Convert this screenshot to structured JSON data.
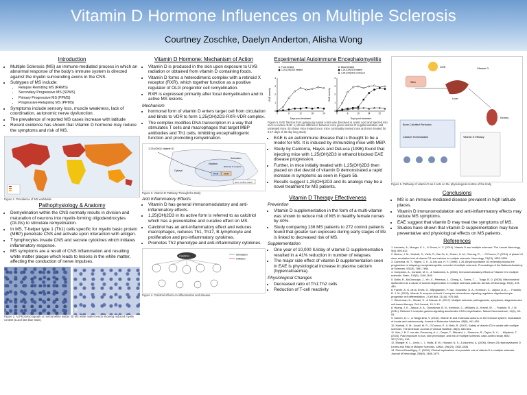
{
  "header": {
    "title": "Vitamin D Hormone Influences on Multiple Sclerosis",
    "authors": "Courtney Zoschke, Daelyn Anderton, Alisha Wong"
  },
  "intro": {
    "title": "Introduction",
    "b1": "Multiple Sclerosis (MS) an immune-mediated process in which an abnormal response of the body's immune system is directed against the myelin surrounding axons in the CNS.",
    "b2": "Subtypes of MS include:",
    "sub": [
      "Relapse Remitting MS (RRMS)",
      "Secondary Progressive MS (SPMS)",
      "Primary Progressive MS (PPMS)",
      "Progressive-Relapsing MS (PPMS)"
    ],
    "b3": "Symptoms include sensory loss, muscle weakness, lack of coordination, autonomic nerve dysfunction.",
    "b4": "The prevalence of reported MS cases increase with latitude",
    "b5": "Recent evidence has shown that Vitamin D hormone may reduce the symptoms and risk of MS."
  },
  "fig1_caption": "Figure 1. Prevalence of MS worldwide",
  "patho": {
    "title": "Pathophysiology & Anatomy",
    "b1": "Demyelination within the CNS normally results in division and maturation of neurons into myelin-forming oligodendrocytes (OLGs) to stimulate remyelination.",
    "b2": "In MS, T-helper type 1 (Th1) cells specific for myelin basic protein (MBP) penetrate CNS and activate upon interaction with antigen.",
    "b3": "T lymphocytes invade CNS and secrete cytokines which initiates inflammatory response.",
    "b4": "MS symptoms are a result of CNS inflammation and resulting white matter plaque which leads to lesions in the white matter, affecting the conduction of nerve impulses."
  },
  "fig2": {
    "label_a": "A",
    "label_b": "B",
    "caption": "Figure 2. A) Photomicrograph or normal white matter. B) MS white matter lesion showing reduced myelin content (Luxol fast blue stain)."
  },
  "mech": {
    "title": "Vitamin D Hormone: Mechanism of Action",
    "b1": "Vitamin D is produced in the skin upon exposure to UVB radiation or obtained from vitamin D containing foods.",
    "b2": "Vitamin D forms a heterodimeric complex with a retinoid X receptor (RXR), which together function as a positive regulator of OLG progenitor cell remyelination.",
    "b3": "RXR is expressed primarily after focal demyelination and in active MS lesions.",
    "sub": "Mechanism",
    "b4": "hormonal form of vitamin D enters target cell from circulation and binds to VDR to form 1,25(OH)2D3-RXR-VDR complex.",
    "b5": "The complex modifies DNA transcription in a way that stimulates T cells and macrophages that target MBP antibodies and Th1 cells, inhibiting encephalitogenic function and promoting remyelination."
  },
  "fig3": {
    "top": "1,25 (OH)2 vitamin D",
    "l1": "Activation",
    "l2": "Nucleus",
    "l3": "RXR",
    "l4": "VDR",
    "l5": "gene coding region",
    "l6": "Cytosol",
    "l7": "Retinoid X receptor",
    "caption": "Figure 3. Vitamin D Pathway Through the Body"
  },
  "anti": {
    "sub": "Anti Inflammatory Effects",
    "b1": "Vitamin D has general immunomodulatory and anti-inflammatory effects.",
    "b2": "1,25(OH)2D3 in its active form is referred to as calcitriol which has a preventative and curative effect on MS.",
    "b3": "Calcitriol has an anti-inflammatory effect and reduces macrophages, reduces Th1, Th17, B-lymphocyte and proliferation and pro-inflammatory cytokines.",
    "b4": "Promotes Th2 phenotype and anti-inflammatory cytokines."
  },
  "fig4": {
    "center": "Calcitriol",
    "legend1": "Stimulation",
    "legend2": "Inhibition",
    "caption": "Figure 4. Calcitriol effects on inflammation and disease."
  },
  "eae": {
    "title": "Experimental Autoimmune Encephalomyelitis",
    "chart_a_ylabel": "EAE severity",
    "chart_a_xlabel": "Days post-treatment",
    "chart_a_leg1": "Food treated",
    "chart_a_leg2": "1,25-(OH)2D3 treated",
    "chart_b_ylabel": "EAE severity",
    "chart_b_xlabel": "Days post-treatment",
    "chart_b_leg1": "Blood treated",
    "chart_b_leg2": "1,25-(OH)2D3 treated",
    "chart_b_leg3": "1,25-(OH)2D3 continued",
    "caption": "Figure 5. EAE fraction from guinea pig spinal cords was dissolved in acetic acid and injected into mice to induce EAE. A) shows difference between mice given vitamin D supplementation and untreated mice. B) shows mice treated once, mice continually treated mice and mice treated for 0-17 days of 36 day long study.",
    "b1": "EAE is an autoimmune disease that is thought to be a model for MS. It is induced by immunizing mice with MBP.",
    "b2": "Study by Cantorna, Hayes and DeLuca (1996) found that injecting mice with 1,25(OH)2D3 in ethanol blocked EAE disease progression.",
    "b3": "Further, in mice initially treated with 1,25(OH)2D3 then placed on diet devoid of vitamin D demonstrated a rapid increase in symptoms as seen in Figure 5b.",
    "b4": "Results suggest 1,25(OH)2D3 and its analogs may be a novel treatment for MS patients."
  },
  "therapy": {
    "title": "Vitamin D Therapy Effectiveness",
    "sub1": "Prevention",
    "b1": "Vitamin D supplementation in the form of a multi-vitamin was shown to reduce risk of MS in healthy female nurses by 40%.",
    "b2": "Study comparing 136 MS patients to 272 control patients found that greater sun exposure during early stages of life is linked to decreased risk of MS.",
    "sub2": "Supplementation",
    "b3": "One year of 10,000 IU/day of vitamin D supplementation resulted in a 41% reduction in number of relapses.",
    "b4": "The major side effect of vitamin D supplementation seen in EAE is physiological increase in plasma calcium (hypercalcaemia).",
    "sub3": "Physiological Changes",
    "b5": "Decreased ratio of Th1:Th2 cells",
    "b6": "Reduction of T-cell reactivity"
  },
  "fig6": {
    "skin": "Skin",
    "uvb": "UVB",
    "liver": "Liver",
    "kidney": "Kidney",
    "vitd": "Vitamin D",
    "box1": "Bone-Calcified Perfusion",
    "box2": "Calcium Homeostasis",
    "box3": "Vitamin D Efficacy",
    "caption": "Figure 6. Pathway of vitamin D as it acts on the physiological centres of the body"
  },
  "conclusions": {
    "title": "Conclusions",
    "b1": "MS is an immune-mediated disease prevalent in high latitude places.",
    "b2": "Vitamin D immunomodulation and anti-inflammatory effects may reduce MS symptoms.",
    "b3": "EAE suggest that vitamin D may treat the symptoms of MS.",
    "b4": "Studies have shown that vitamin D supplementation may have preventative and physiological effects on MS patients."
  },
  "references": {
    "title": "References",
    "items": [
      "1. Ascherio, A., Munger, K. L., & Simon, K. C. (2010). Vitamin D and multiple sclerosis. The Lancet Neurology, 9(6), 599-612.",
      "2. Burton, J. M., Kimball, S., Vieth, R., Bar-Or, A., Dosch, H. M., Cheung, R., ... O'Connor, P. (2010). A phase I/II dose-escalation trial of vitamin D3 and calcium in multiple sclerosis. Neurology, 74(23), 1852-1859.",
      "3. Cantorna, M. T., Hayes, C. E., & DeLuca, H. F. (1996). 1,25-Dihydroxyvitamin D3 reversibly blocks the progression of relapsing encephalomyelitis, a model of multiple sclerosis. Proceedings of the National Academy of Sciences, 93(15), 7861-7864.",
      "4. Compston, A., Ironside, M. C., & Sadovnick, A. (2008). Immunomodulatory effects of Vitamin D in multiple sclerosis. Brain, 132(5), 1146-1160.",
      "5. Dutta, R., McDonough, J., Yin, X., Peterson, J., Chang, A., Torres, T., ... Trapp, B. D. (2006). Mitochondrial dysfunction as a cause of axonal degeneration in multiple sclerosis patients. Annals of Neurology, 59(3), 478-489.",
      "6. Fuente, A. G. de la, Errea, O., Wijngaarden, P. van, Gonzalez, G. A., Kerninon, C., Jarjour, A. A., ... Franklin, R. J. M. (2015). Vitamin D receptor-retinoid X receptor heterodimer signaling regulates oligodendrocyte progenitor cell differentiation. J Cell Biol, 211(5), 975-985.",
      "7. Glezerman, N., Sezaki, S., & Kaszas, D. (2017). Multiple sclerosis: pathogenesis, symptoms, diagnoses and cell-based therapy. Cell Journal, 19, 1-10.",
      "8. Huang, J. K., Jarjour, A. A., Oumesmar, B. N., Kerninon, C., Williams, A., Krezel, W., ... Franklin, R. J. M. (2011). Retinoid X receptor gamma signaling accelerates CNS remyelination. Nature Neuroscience, 14(1), 45-53.",
      "9. Kamen, D. L., & Tangpricha, V. (2010). Vitamin D and molecular actions on the immune system: modulation of innate and autoimmunity. Journal of Molecular Medicine, 88(5), 441-450.",
      "10. Kimball, S. M., Ursell, M. R., O'Connor, P., & Vieth, R. (2007). Safety of vitamin D3 in adults with multiple sclerosis. The American Journal of Clinical Nutrition, 86(3), 645-651.",
      "11. Mai, J. B. F. van der, Ponsonby, A.-L., Dwyer, T., Blizzard, L., Simmons, R., Taylor, B. V., ... Kilpatrick, T. (2003). Past exposure to sun, skin phenotype, and risk of multiple sclerosis: case-control study. BMJ, 327(7410), 316.",
      "12. Munger, K. L., Levin, L. I., Hollis, B. W., Howard, N. S., & Ascherio, A. (2006). Serum 25-Hydroxyvitamin D Levels and Risk of Multiple Sclerosis. JAMA, 296(23), 2832-2838.",
      "13. Pierrot-Deseilligny, C. (2009). Clinical implications of a possible role of vitamin D in multiple sclerosis. Journal of Neurology, 256(9), 1468-1479."
    ]
  },
  "chart_data": [
    {
      "type": "line",
      "title": "",
      "xlabel": "Days post-treatment",
      "ylabel": "EAE severity",
      "x": [
        0,
        3,
        6,
        9,
        12,
        15,
        18,
        21,
        24
      ],
      "series": [
        {
          "name": "Food treated",
          "values": [
            0.0,
            0.5,
            1.6,
            2.4,
            2.8,
            2.6,
            2.7,
            2.9,
            2.8
          ]
        },
        {
          "name": "1,25-(OH)2D3 treated",
          "values": [
            0.0,
            0.1,
            0.2,
            0.3,
            0.3,
            0.4,
            0.3,
            0.4,
            0.3
          ]
        }
      ],
      "ylim": [
        0,
        4
      ]
    },
    {
      "type": "line",
      "title": "",
      "xlabel": "Days post-treatment",
      "ylabel": "EAE severity",
      "x": [
        0,
        4,
        8,
        12,
        16,
        20,
        24,
        28,
        32,
        36
      ],
      "series": [
        {
          "name": "Blood treated",
          "values": [
            0.0,
            1.0,
            2.3,
            2.9,
            3.0,
            2.8,
            3.0,
            3.1,
            2.9,
            3.0
          ]
        },
        {
          "name": "1,25-(OH)2D3 treated",
          "values": [
            0.0,
            0.2,
            0.3,
            0.4,
            0.5,
            1.4,
            2.2,
            2.6,
            2.8,
            2.7
          ]
        },
        {
          "name": "1,25-(OH)2D3 continued",
          "values": [
            0.0,
            0.1,
            0.2,
            0.3,
            0.3,
            0.4,
            0.3,
            0.4,
            0.4,
            0.3
          ]
        }
      ],
      "ylim": [
        0,
        4
      ]
    }
  ]
}
